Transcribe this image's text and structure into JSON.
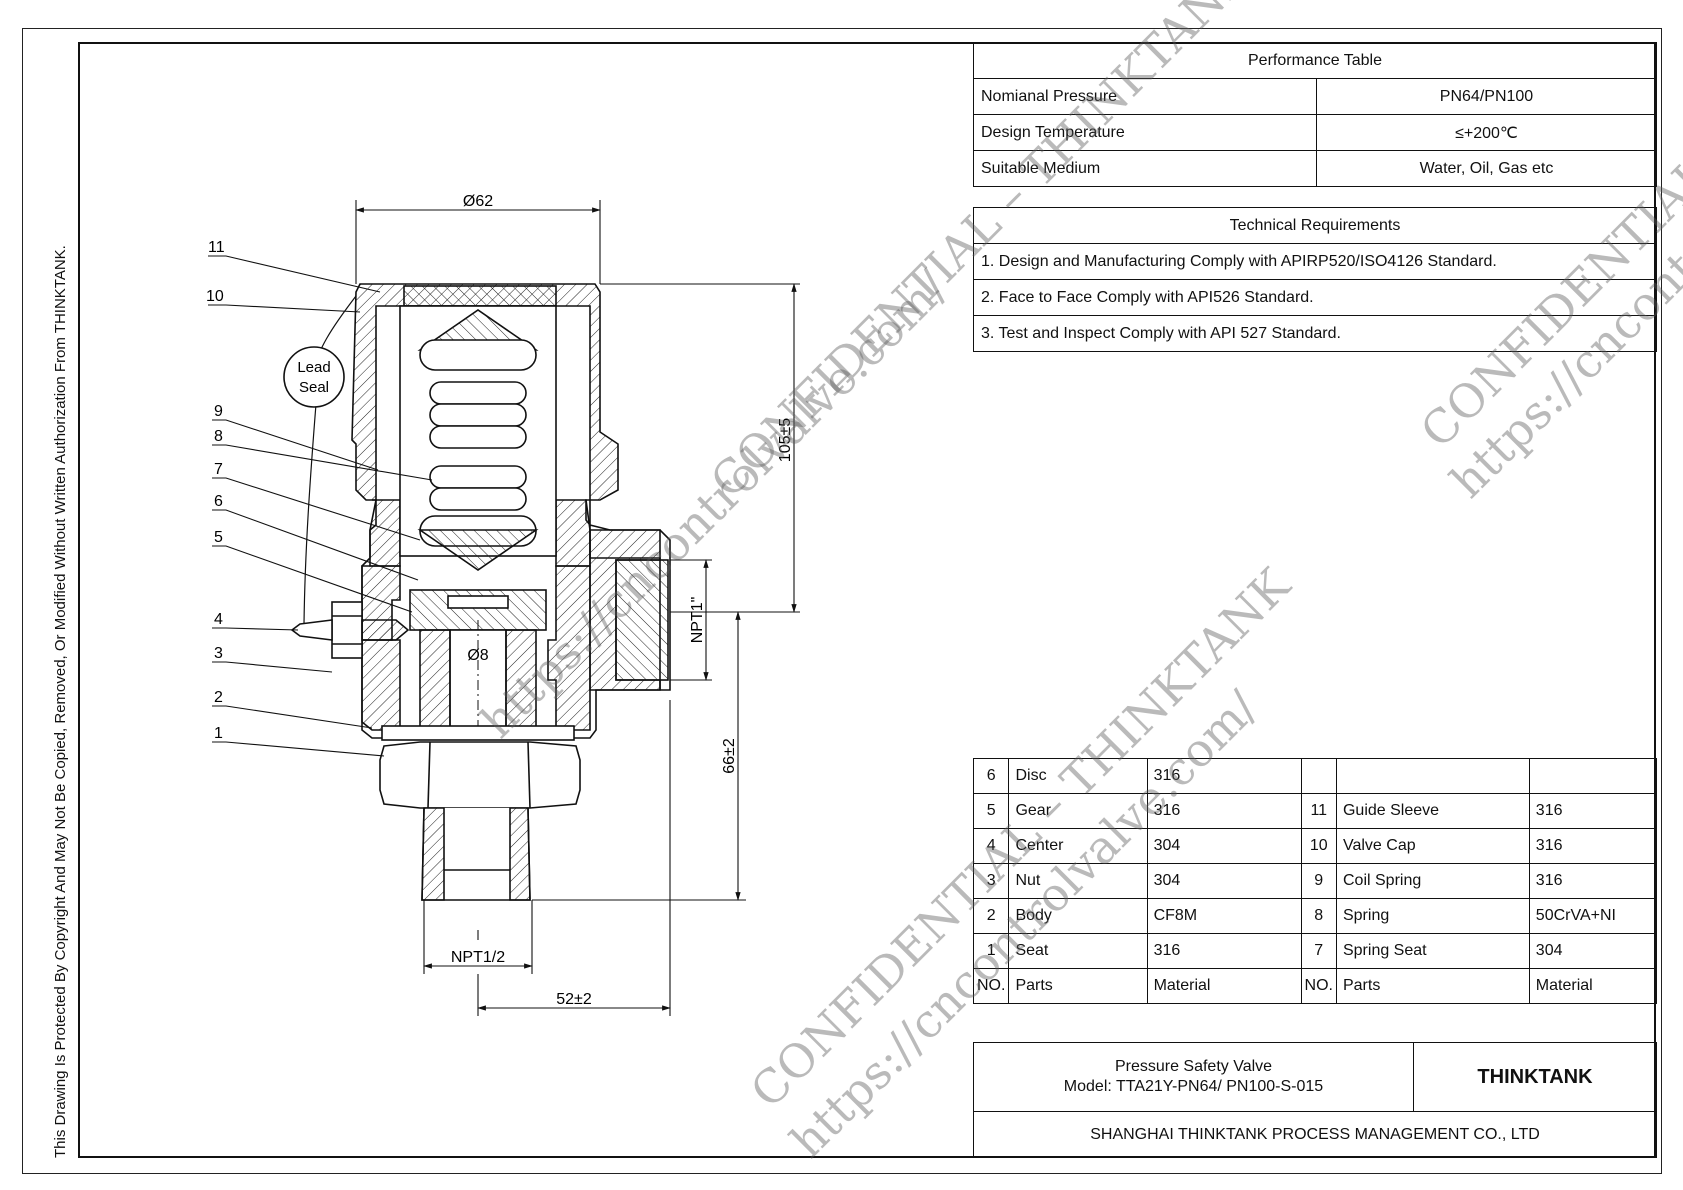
{
  "copyright_note": "This Drawing Is Protected By Copyright And May Not Be Copied, Removed, Or Modified Without Written Authorization From THINKTANK.",
  "performance_table": {
    "title": "Performance Table",
    "rows": [
      {
        "label": "Nomianal Pressure",
        "value": "PN64/PN100"
      },
      {
        "label": "Design Temperature",
        "value": "≤+200℃"
      },
      {
        "label": "Suitable Medium",
        "value": "Water, Oil, Gas etc"
      }
    ]
  },
  "technical_requirements": {
    "title": "Technical Requirements",
    "items": [
      "1. Design and Manufacturing Comply with APIRP520/ISO4126 Standard.",
      "2. Face to Face Comply with API526 Standard.",
      "3. Test and Inspect Comply with API 527 Standard."
    ]
  },
  "parts_list": {
    "header": {
      "no": "NO.",
      "parts": "Parts",
      "material": "Material"
    },
    "rows": [
      {
        "left": {
          "no": "6",
          "part": "Disc",
          "material": "316"
        },
        "right": {
          "no": "",
          "part": "",
          "material": ""
        }
      },
      {
        "left": {
          "no": "5",
          "part": "Gear",
          "material": "316"
        },
        "right": {
          "no": "11",
          "part": "Guide Sleeve",
          "material": "316"
        }
      },
      {
        "left": {
          "no": "4",
          "part": "Center",
          "material": "304"
        },
        "right": {
          "no": "10",
          "part": "Valve Cap",
          "material": "316"
        }
      },
      {
        "left": {
          "no": "3",
          "part": "Nut",
          "material": "304"
        },
        "right": {
          "no": "9",
          "part": "Coil Spring",
          "material": "316"
        }
      },
      {
        "left": {
          "no": "2",
          "part": "Body",
          "material": "CF8M"
        },
        "right": {
          "no": "8",
          "part": "Spring",
          "material": "50CrVA+NI"
        }
      },
      {
        "left": {
          "no": "1",
          "part": "Seat",
          "material": "316"
        },
        "right": {
          "no": "7",
          "part": "Spring Seat",
          "material": "304"
        }
      }
    ]
  },
  "title_block": {
    "product": "Pressure Safety Valve",
    "model": "Model: TTA21Y-PN64/ PN100-S-015",
    "brand": "THINKTANK",
    "company": "SHANGHAI THINKTANK PROCESS MANAGEMENT CO., LTD"
  },
  "drawing": {
    "dimensions": {
      "top_width": "Ø62",
      "height_total": "105±5",
      "height_inlet": "66±2",
      "outlet_thread": "NPT1\"",
      "inlet_thread": "NPT1/2",
      "seat_bore": "Ø8",
      "center_to_outlet": "52±2"
    },
    "lead_seal": [
      "Lead",
      "Seal"
    ],
    "balloons": [
      "11",
      "10",
      "9",
      "8",
      "7",
      "6",
      "5",
      "4",
      "3",
      "2",
      "1"
    ]
  },
  "watermarks": {
    "confidential": "CONFIDENTIAL – THINKTANK",
    "url": "https://cncontrolvalve.com/"
  }
}
